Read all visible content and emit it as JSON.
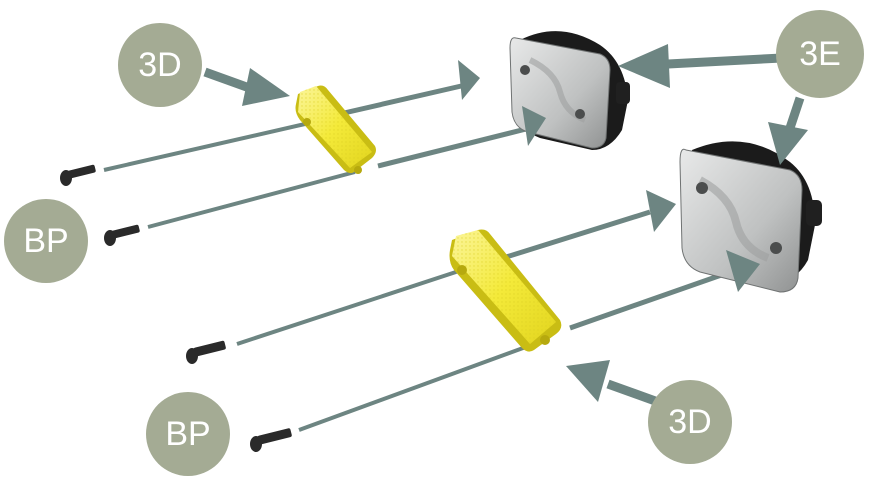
{
  "callouts": {
    "reflector_top": "3D",
    "reflector_bottom": "3D",
    "lamp_housing": "3E",
    "screws_top": "BP",
    "screws_bottom": "BP"
  },
  "colors": {
    "callout_fill": "#a4ab94",
    "arrow": "#6d8582",
    "reflector": "#f2ea3b",
    "reflector_edge": "#c9bd14",
    "housing_body": "#1e1e1e",
    "housing_face": "#cfd0d0",
    "screw": "#2a2a2a"
  },
  "icons": [
    "screw-icon",
    "reflector-lens-icon",
    "lamp-housing-icon"
  ]
}
